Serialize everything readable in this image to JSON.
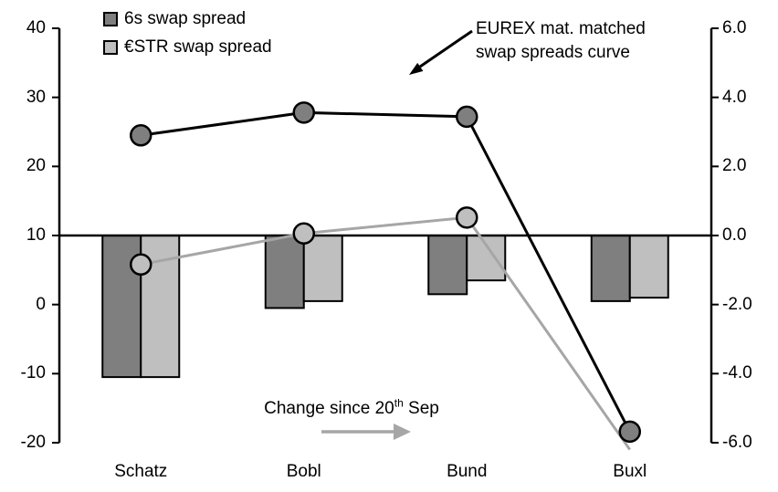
{
  "chart": {
    "legend": [
      {
        "label": "6s swap spread",
        "color": "#7f7f7f"
      },
      {
        "label": "€STR swap spread",
        "color": "#bfbfbf"
      }
    ],
    "annotation_curve": {
      "line1": "EUREX mat. matched",
      "line2": "swap spreads curve"
    },
    "annotation_change": {
      "text": "Change since 20",
      "sup": "th",
      "tail": " Sep"
    }
  },
  "chart_data": {
    "type": "combo",
    "categories": [
      "Schatz",
      "Bobl",
      "Bund",
      "Buxl"
    ],
    "left_axis": {
      "ticks": [
        40,
        30,
        20,
        10,
        0,
        -10,
        -20
      ],
      "min": -20,
      "max": 40,
      "bars_zero_at_left_value": 10
    },
    "right_axis": {
      "ticks": [
        "6.0",
        "4.0",
        "2.0",
        "0.0",
        "-2.0",
        "-4.0",
        "-6.0"
      ],
      "min": -6.0,
      "max": 6.0
    },
    "line_series": [
      {
        "id": "6s",
        "name": "6s swap spread (EUREX mat. matched swap spreads curve, lhs)",
        "axis": "left",
        "color": "#000000",
        "marker_fill": "#7f7f7f",
        "values": [
          24.5,
          27.8,
          27.2,
          -18.4
        ]
      },
      {
        "id": "estr",
        "name": "€STR swap spread (EUREX mat. matched swap spreads curve, lhs)",
        "axis": "left",
        "color": "#a6a6a6",
        "marker_fill": "#bfbfbf",
        "values": [
          5.8,
          10.3,
          12.6,
          -21.0
        ],
        "note": "last point clipped below axis, marker not drawn"
      }
    ],
    "bar_series": [
      {
        "id": "6s",
        "name": "6s swap spread change since 20th Sep (rhs)",
        "axis": "right",
        "color": "#7f7f7f",
        "values": [
          -4.1,
          -2.1,
          -1.7,
          -1.9
        ]
      },
      {
        "id": "estr",
        "name": "€STR swap spread change since 20th Sep (rhs)",
        "axis": "right",
        "color": "#bfbfbf",
        "values": [
          -4.1,
          -1.9,
          -1.3,
          -1.8
        ]
      }
    ],
    "grid": false,
    "legend_position": "top-left"
  }
}
